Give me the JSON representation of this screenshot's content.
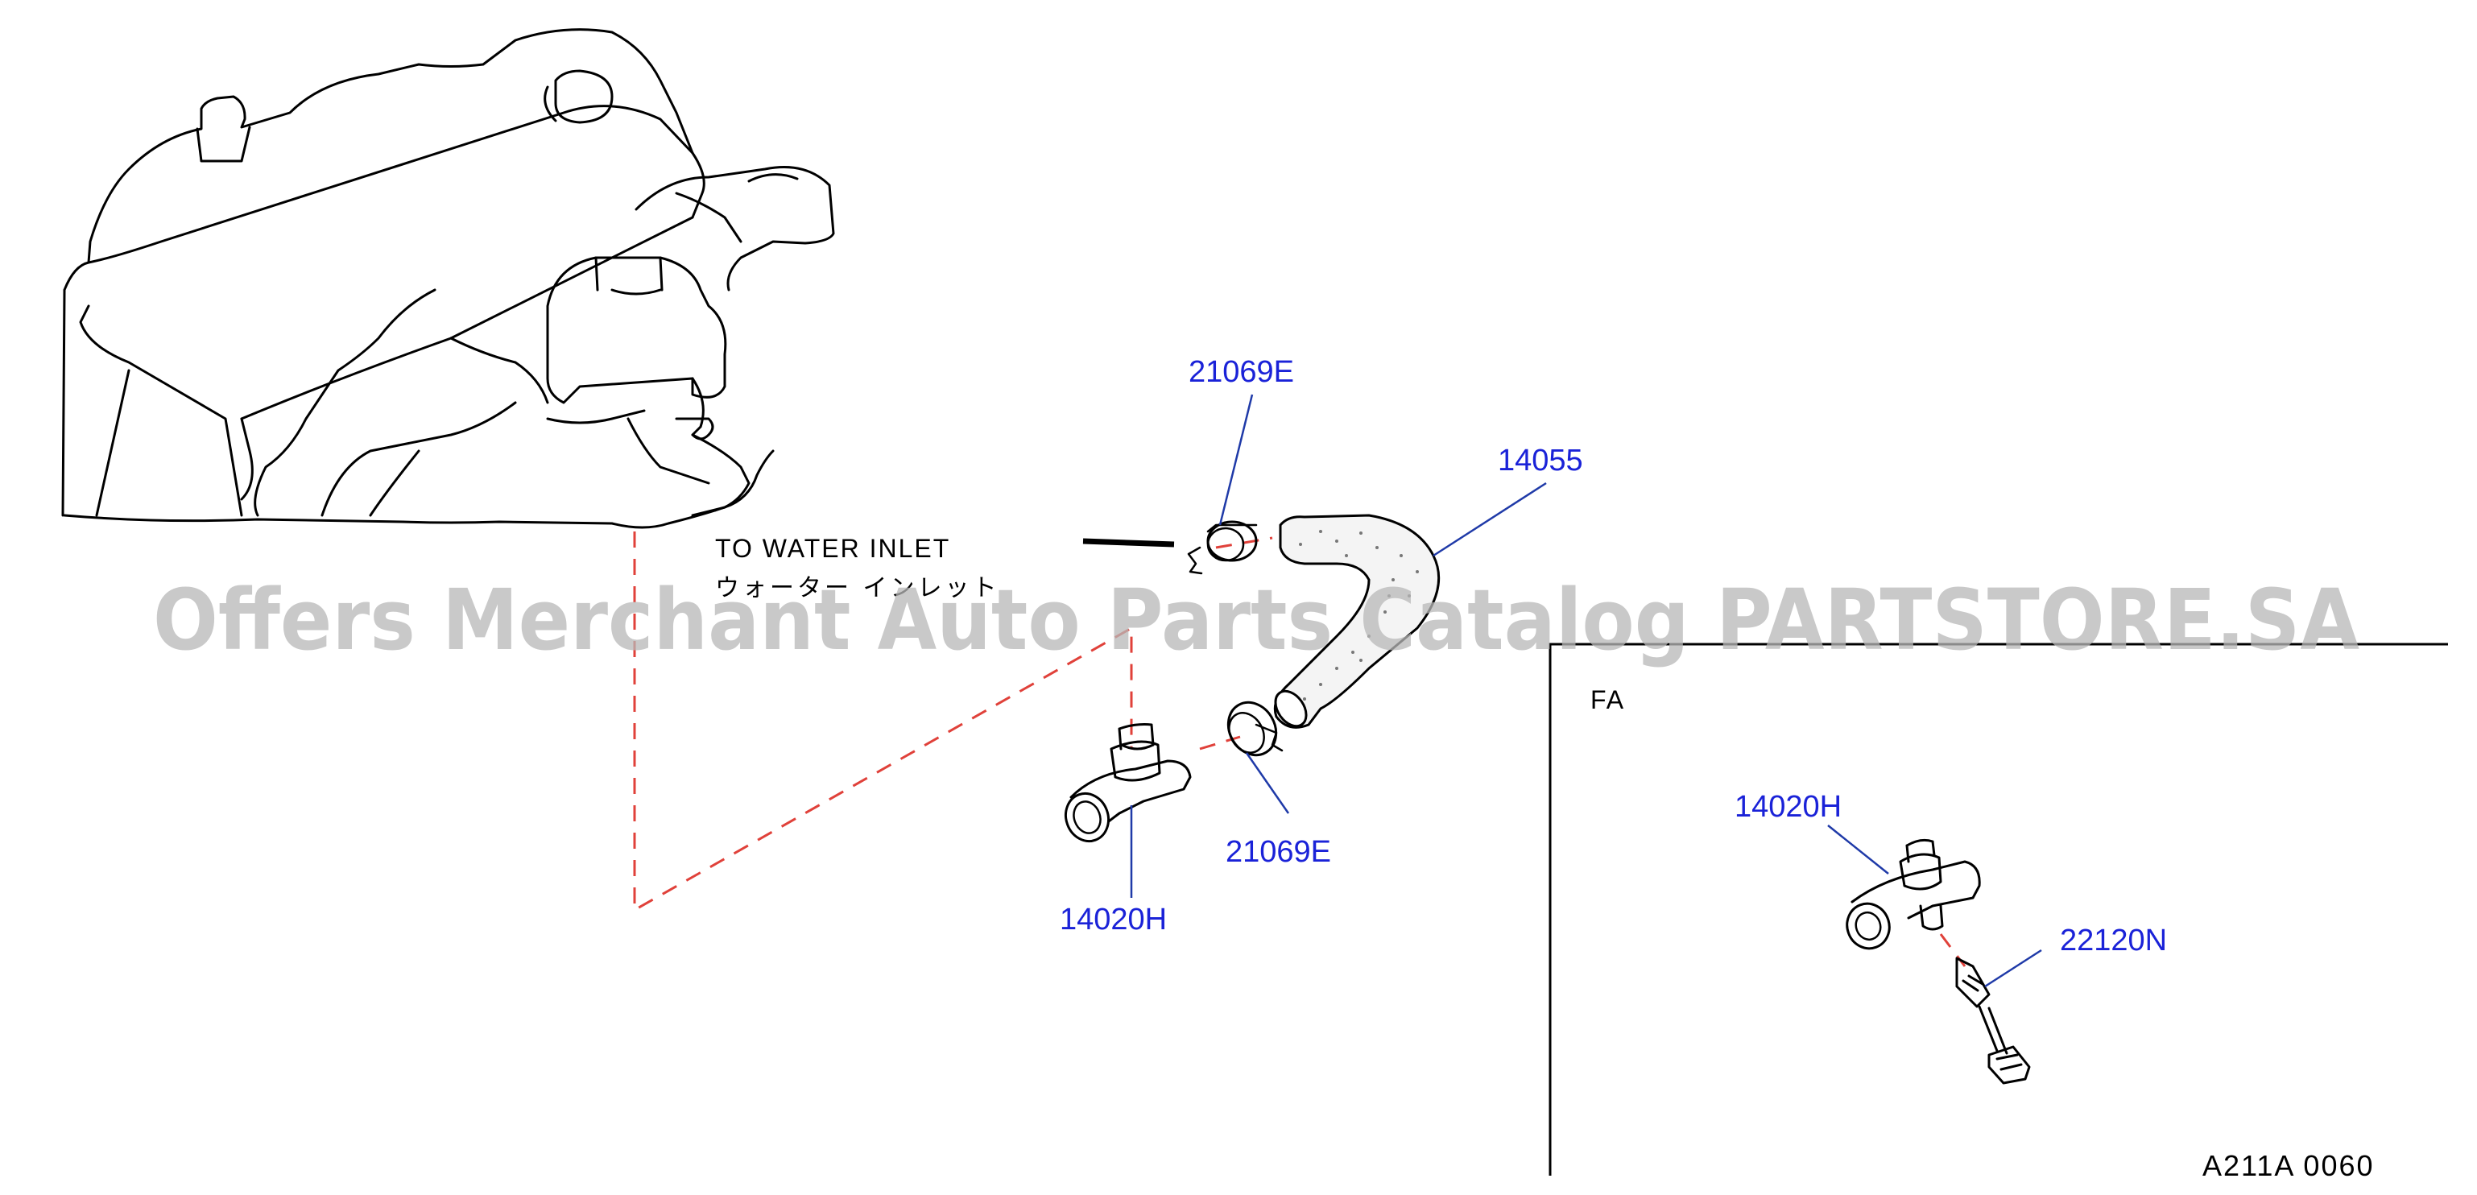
{
  "callouts": {
    "clamp_upper": "21069E",
    "hose": "14055",
    "clamp_lower": "21069E",
    "tee_main": "14020H",
    "tee_fa": "14020H",
    "sensor_fa": "22120N"
  },
  "notes": {
    "to_water_inlet": "TO WATER INLET",
    "to_water_inlet_jp": "ウォーター インレット",
    "fa_section": "FA",
    "drawing_code": "A211A 0060"
  },
  "watermark": "Offers Merchant Auto Parts Catalog PARTSTORE.SA",
  "colors": {
    "callout": "#1a22d8",
    "leader": "#1f3aa8",
    "dashed_guide": "#e0413a",
    "watermark": "#b8b8b8"
  }
}
